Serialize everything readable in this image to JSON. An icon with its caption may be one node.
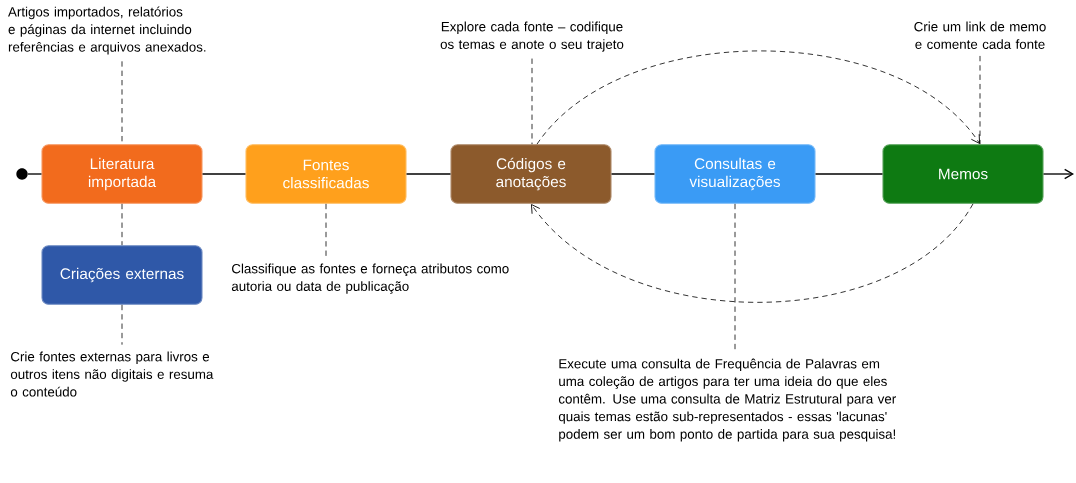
{
  "diagram": {
    "nodes": [
      {
        "text": [
          "Artigos importados, relatórios e páginas da internet incluindo referências e arquivos anexados."
        ]
      },
      {
        "text": [
          "Literatura importada"
        ]
      },
      {
        "text": [
          "Fontes classificadas"
        ]
      },
      {
        "text": [
          "Códigos e anotações"
        ]
      },
      {
        "text": [
          "Consultas e visualizações"
        ]
      },
      {
        "text": [
          "Memos"
        ]
      },
      {
        "text": [
          "Criações externas"
        ]
      },
      {
        "text": [
          "Explore cada fonte – codifique os temas e anote o seu trajeto"
        ]
      },
      {
        "text": [
          "Crie um link de memo e comente cada fonte"
        ]
      },
      {
        "text": [
          "Classifique as fontes e forneça atributos como autoria ou data de publicação"
        ]
      },
      {
        "text": [
          "Crie fontes externas para livros e outros itens não digitais e resuma o conteúdo"
        ]
      },
      {
        "text": [
          "Execute uma consulta de Frequência de Palavras em uma coleção de artigos para ter uma ideia do que eles contêm. Use uma consulta de Matriz Estrutural para ver quais temas estão sub-representados - essas 'lacunas' podem ser um bom ponto de partida para sua pesquisa!"
        ]
      },
      {
        "text": [],
        "shape": "circle"
      }
    ],
    "edges": [
      {
        "from": 12,
        "to": 1,
        "arrow": "none"
      },
      {
        "from": 1,
        "to": 2,
        "arrow": "none"
      },
      {
        "from": 2,
        "to": 3,
        "arrow": "none"
      },
      {
        "from": 3,
        "to": 4,
        "arrow": "none"
      },
      {
        "from": 4,
        "to": 5,
        "arrow": "none"
      },
      {
        "from": 5,
        "to": null,
        "arrow": "to"
      },
      {
        "from": 0,
        "to": 1,
        "arrow": "none",
        "style": "dashed"
      },
      {
        "from": 1,
        "to": 6,
        "arrow": "none",
        "style": "dashed"
      },
      {
        "from": 6,
        "to": 10,
        "arrow": "none",
        "style": "dashed"
      },
      {
        "from": 2,
        "to": 9,
        "arrow": "none",
        "style": "dashed"
      },
      {
        "from": 7,
        "to": 3,
        "arrow": "none",
        "style": "dashed"
      },
      {
        "from": 8,
        "to": 5,
        "arrow": "none",
        "style": "dashed"
      },
      {
        "from": 4,
        "to": 11,
        "arrow": "none",
        "style": "dashed"
      },
      {
        "from": 3,
        "to": 5,
        "arrow": "to",
        "style": "dashed"
      },
      {
        "from": 5,
        "to": 3,
        "arrow": "to",
        "style": "dashed"
      }
    ]
  }
}
